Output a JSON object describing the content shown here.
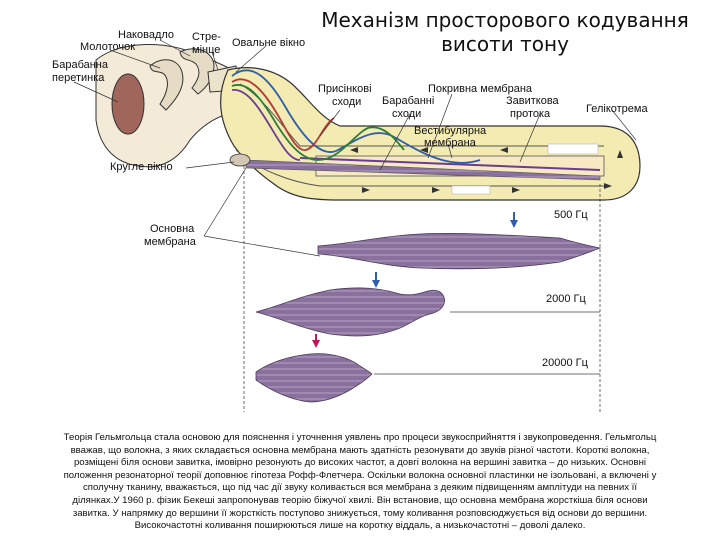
{
  "title": {
    "line1": "Механізм просторового кодування",
    "line2": "висоти тону"
  },
  "labels": {
    "navkovadlo": "Наковадло",
    "stremintse_1": "Стре-",
    "stremintse_2": "мінце",
    "molotochok": "Молоточок",
    "ovalne_vikno": "Овальне вікно",
    "barabanna_peretynka_1": "Барабанна",
    "barabanna_peretynka_2": "перетинка",
    "prysinkovi_skhody_1": "Присінкові",
    "prysinkovi_skhody_2": "сходи",
    "pokryvna_membrana": "Покривна мембрана",
    "barabanni_skhody_1": "Барабанні",
    "barabanni_skhody_2": "сходи",
    "zavytkova_protoka_1": "Завиткова",
    "zavytkova_protoka_2": "протока",
    "helikotrema": "Гелікотрема",
    "vestybuliarna_membrana_1": "Вестибулярна",
    "vestybuliarna_membrana_2": "мембрана",
    "krugle_vikno": "Кругле вікно",
    "osnovna_membrana_1": "Основна",
    "osnovna_membrana_2": "мембрана"
  },
  "frequencies": {
    "f500": "500 Гц",
    "f2000": "2000 Гц",
    "f20000": "20000 Гц"
  },
  "colors": {
    "membrane_fill": "#8a709c",
    "cochlea_fill": "#f4ebb2",
    "stroke": "#333333",
    "wave_blue": "#2f5fa8",
    "wave_red": "#b33a3a",
    "wave_green": "#2e7d3b",
    "wave_purple": "#6a3d8f",
    "arrow_blue": "#2f5fa8",
    "arrow_red": "#c2185b"
  },
  "caption": {
    "line1": "Теорія Гельмгольца стала основою для пояснення і уточнення уявлень про процеси звукосприйняття і звукопроведення. Гельмгольц",
    "line2": "вважав, що волокна, з яких складається основна мембрана мають здатність резонувати до звуків різної частоти. Короткі волокна,",
    "line3": "розміщені біля основи завитка, імовірно резонують до високих частот, а довгі волокна на вершині завитка – до низьких. Основні",
    "line4": "положення резонаторної теорії доповнює гіпотеза Рофф-Флетчера. Оскільки волокна основної пластинки не ізольовані, а включені у",
    "line5": "сполучну тканину, вважається, що під час дії звуку коливається вся мембрана з деяким підвищенням амплітуди на певних її",
    "line6": "ділянках.У 1960 р. фізик Бекеші запропонував теорію біжучої хвилі. Він встановив, що основна мембрана жорсткіша біля основи",
    "line7": "завитка. У напрямку до вершини її жорсткість поступово знижується, тому коливання розповсюджується від основи до вершини.",
    "line8": "Високочастотні коливання поширюються лише на коротку віддаль, а низькочастотні – доволі далеко."
  }
}
